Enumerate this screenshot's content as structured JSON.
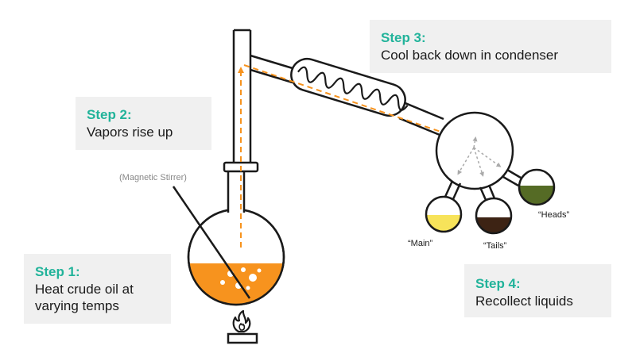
{
  "steps": [
    {
      "title": "Step 1:",
      "description": "Heat crude oil at\nvarying temps"
    },
    {
      "title": "Step 2:",
      "description": "Vapors rise up"
    },
    {
      "title": "Step 3:",
      "description": "Cool back down in condenser"
    },
    {
      "title": "Step 4:",
      "description": "Recollect liquids"
    }
  ],
  "labels": {
    "stirrer": "(Magnetic Stirrer)",
    "main": "“Main”",
    "tails": "“Tails”",
    "heads": "“Heads”"
  },
  "colors": {
    "accent": "#21b39a",
    "crude_oil": "#f7931e",
    "vapor_arrow": "#f7931e",
    "main_fraction": "#f7e35a",
    "tails_fraction": "#3d2314",
    "heads_fraction": "#556b25",
    "outline": "#1a1a1a",
    "box_background": "#f0f0f0"
  },
  "icons": {
    "burner": "flame-icon"
  }
}
